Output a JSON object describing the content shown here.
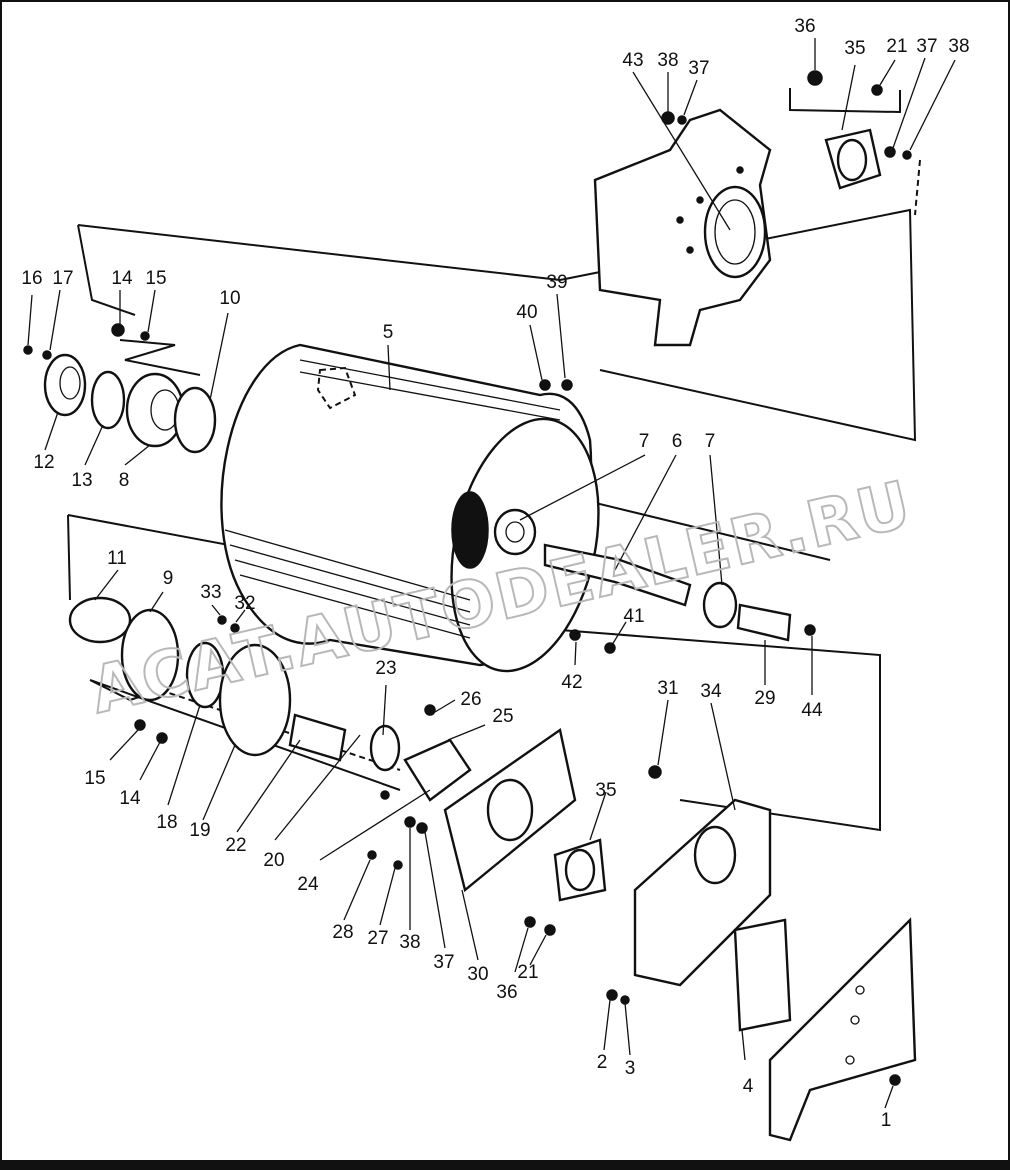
{
  "diagram": {
    "watermark": "ACAT.AUTODEALER.RU",
    "callouts": [
      "36",
      "35",
      "21",
      "37",
      "38",
      "43",
      "38",
      "37",
      "16",
      "17",
      "14",
      "15",
      "10",
      "5",
      "39",
      "40",
      "12",
      "13",
      "8",
      "7",
      "6",
      "7",
      "11",
      "9",
      "33",
      "32",
      "41",
      "42",
      "29",
      "44",
      "15",
      "14",
      "18",
      "19",
      "23",
      "26",
      "25",
      "31",
      "34",
      "22",
      "20",
      "24",
      "35",
      "28",
      "27",
      "38",
      "37",
      "30",
      "36",
      "21",
      "2",
      "3",
      "4",
      "1"
    ]
  }
}
